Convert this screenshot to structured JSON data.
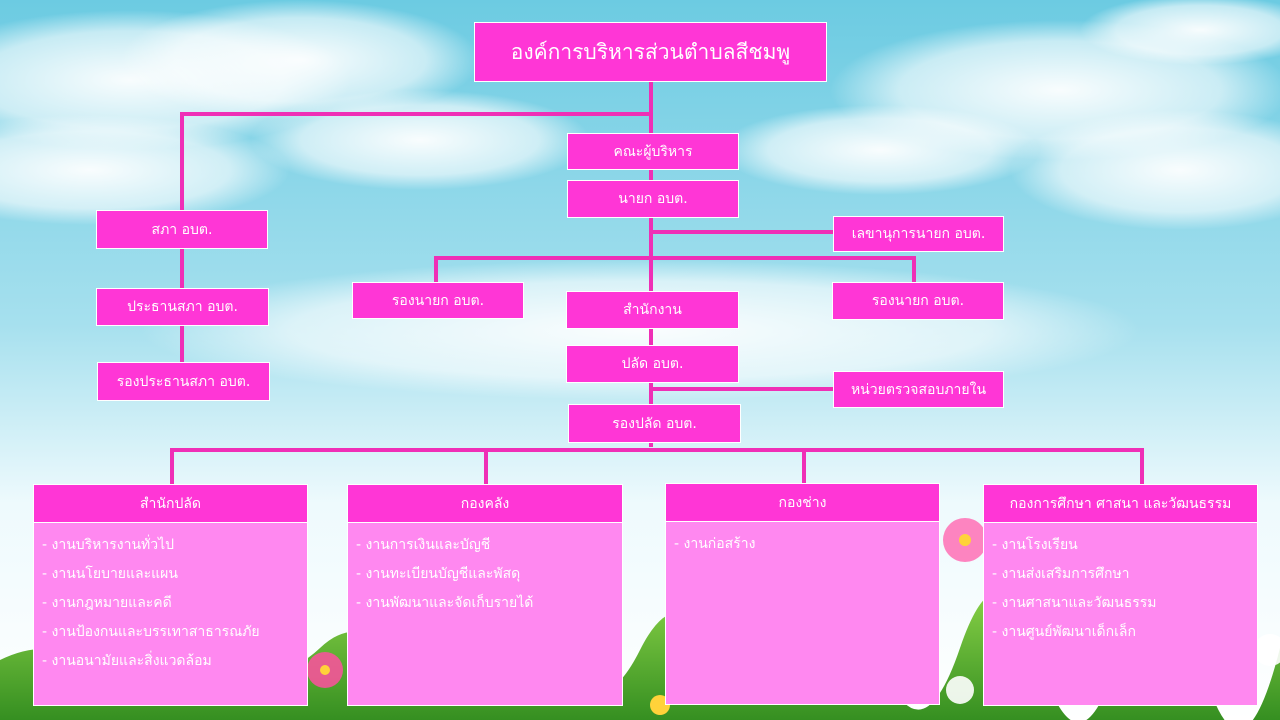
{
  "org": {
    "title": "องค์การบริหารส่วนตำบลสีชมพู",
    "executive": "คณะผู้บริหาร",
    "mayor": "นายก อบต.",
    "mayor_secretary": "เลขานุการนายก อบต.",
    "deputy_mayor_left": "รองนายก อบต.",
    "deputy_mayor_right": "รองนายก อบต.",
    "office": "สำนักงาน",
    "clerk": "ปลัด อบต.",
    "internal_audit": "หน่วยตรวจสอบภายใน",
    "deputy_clerk": "รองปลัด อบต.",
    "council": "สภา อบต.",
    "council_chair": "ประธานสภา อบต.",
    "council_vice_chair": "รองประธานสภา อบต."
  },
  "departments": [
    {
      "name": "สำนักปลัด",
      "items": [
        "- งานบริหารงานทั่วไป",
        "- งานนโยบายและแผน",
        "- งานกฎหมายและคดี",
        "- งานป้องกนและบรรเทาสาธารณภัย",
        "- งานอนามัยและสิ่งแวดล้อม"
      ]
    },
    {
      "name": "กองคลัง",
      "items": [
        "- งานการเงินและบัญชี",
        "- งานทะเบียนบัญชีและพัสดุ",
        "- งานพัฒนาและจัดเก็บรายได้"
      ]
    },
    {
      "name": "กองช่าง",
      "items": [
        "- งานก่อสร้าง"
      ]
    },
    {
      "name": "กองการศึกษา ศาสนา และวัฒนธรรม",
      "items": [
        "- งานโรงเรียน",
        "- งานส่งเสริมการศึกษา",
        "- งานศาสนาและวัฒนธรรม",
        "- งานศูนย์พัฒนาเด็กเล็ก"
      ]
    }
  ],
  "colors": {
    "box": "#ff36d6",
    "panel": "#ff88f0",
    "line": "#ef2fb6"
  }
}
